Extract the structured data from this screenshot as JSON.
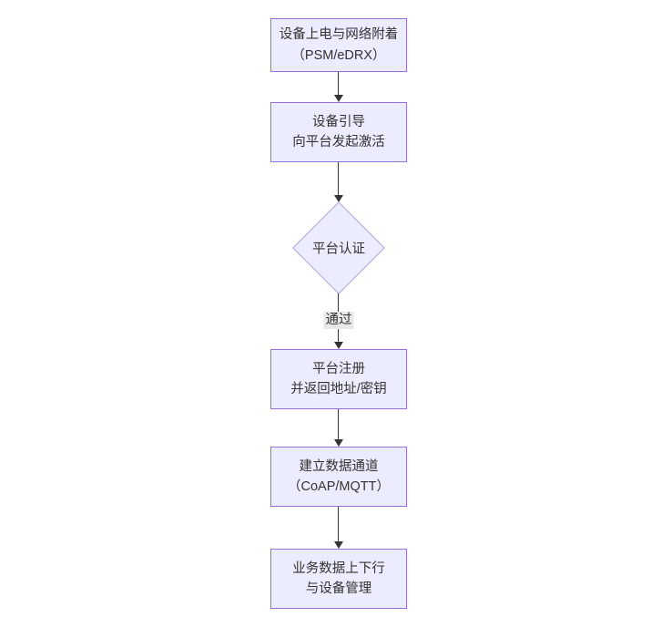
{
  "diagram": {
    "type": "flowchart",
    "direction": "top-down",
    "nodes": [
      {
        "id": "A",
        "shape": "rect",
        "lines": [
          "设备上电与网络附着",
          "（PSM/eDRX）"
        ]
      },
      {
        "id": "B",
        "shape": "rect",
        "lines": [
          "设备引导",
          "向平台发起激活"
        ]
      },
      {
        "id": "C",
        "shape": "diamond",
        "lines": [
          "平台认证"
        ]
      },
      {
        "id": "D",
        "shape": "rect",
        "lines": [
          "平台注册",
          "并返回地址/密钥"
        ]
      },
      {
        "id": "E",
        "shape": "rect",
        "lines": [
          "建立数据通道",
          "（CoAP/MQTT）"
        ]
      },
      {
        "id": "F",
        "shape": "rect",
        "lines": [
          "业务数据上下行",
          "与设备管理"
        ]
      }
    ],
    "edges": [
      {
        "from": "A",
        "to": "B",
        "label": ""
      },
      {
        "from": "B",
        "to": "C",
        "label": ""
      },
      {
        "from": "C",
        "to": "D",
        "label": "通过"
      },
      {
        "from": "D",
        "to": "E",
        "label": ""
      },
      {
        "from": "E",
        "to": "F",
        "label": ""
      }
    ],
    "colors": {
      "node_fill": "#ECECFF",
      "node_border": "#9370DB",
      "diamond_border": "#b39ddb",
      "text": "#333333",
      "arrow": "#333333",
      "edge_label_bg": "#e8e8e8"
    }
  }
}
